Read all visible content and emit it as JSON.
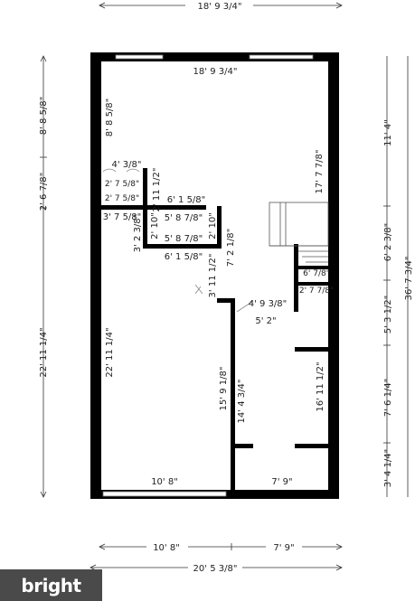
{
  "top_dimension": "18' 9 3/4\"",
  "left_dimensions": [
    "8' 8 5/8\"",
    "2' 6 7/8\"",
    "22' 11 1/4\""
  ],
  "right_dimensions": [
    "11' 4\"",
    "6' 2 3/8\"",
    "5' 3 1/2\"",
    "36' 7 3/4\"",
    "7' 6 1/4\"",
    "3' 4 1/4\""
  ],
  "bottom_dimensions": [
    "10' 8\"",
    "7' 9\"",
    "20' 5 3/8\""
  ],
  "interior_labels": [
    "18' 9 3/4\"",
    "8' 8 5/8\"",
    "17' 7 7/8\"",
    "4' 3/8\"",
    "2' 11 1/2\"",
    "2' 7 5/8\"",
    "2' 7 5/8\"",
    "6' 1 5/8\"",
    "5' 8 7/8\"",
    "3' 7 5/8\"",
    "2' 10\"",
    "2' 10\"",
    "5' 8 7/8\"",
    "3' 2 3/8\"",
    "7' 2 1/8\"",
    "6' 1 5/8\"",
    "3' 11 1/2\"",
    "4' 9 3/8\"",
    "6' 7/8\"",
    "2' 7 7/8\"",
    "5' 2\"",
    "22' 11 1/4\"",
    "15' 9 1/8\"",
    "14' 4 3/4\"",
    "16' 11 1/2\"",
    "10' 8\"",
    "7' 9\""
  ],
  "watermark": "bright"
}
